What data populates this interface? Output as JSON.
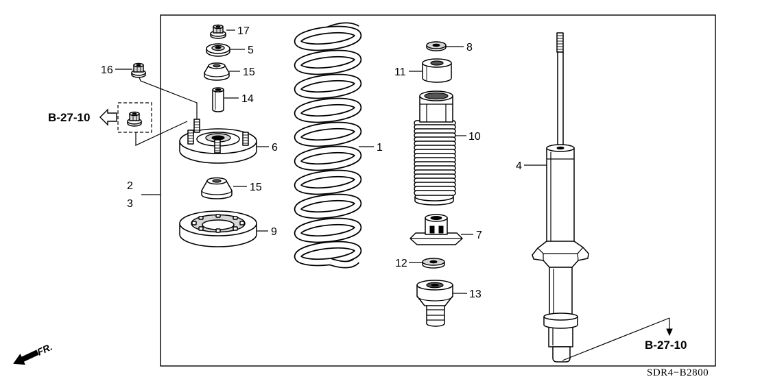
{
  "diagram": {
    "callouts": {
      "part_1": "1",
      "part_2": "2",
      "part_3": "3",
      "part_4": "4",
      "part_5": "5",
      "part_6": "6",
      "part_7": "7",
      "part_8": "8",
      "part_9": "9",
      "part_10": "10",
      "part_11": "11",
      "part_12": "12",
      "part_13": "13",
      "part_14": "14",
      "part_15_upper": "15",
      "part_15_lower": "15",
      "part_16": "16",
      "part_17": "17"
    },
    "references": {
      "left": "B-27-10",
      "bottom_right": "B-27-10"
    },
    "front_indicator": "FR.",
    "diagram_code": "SDR4−B2800"
  }
}
